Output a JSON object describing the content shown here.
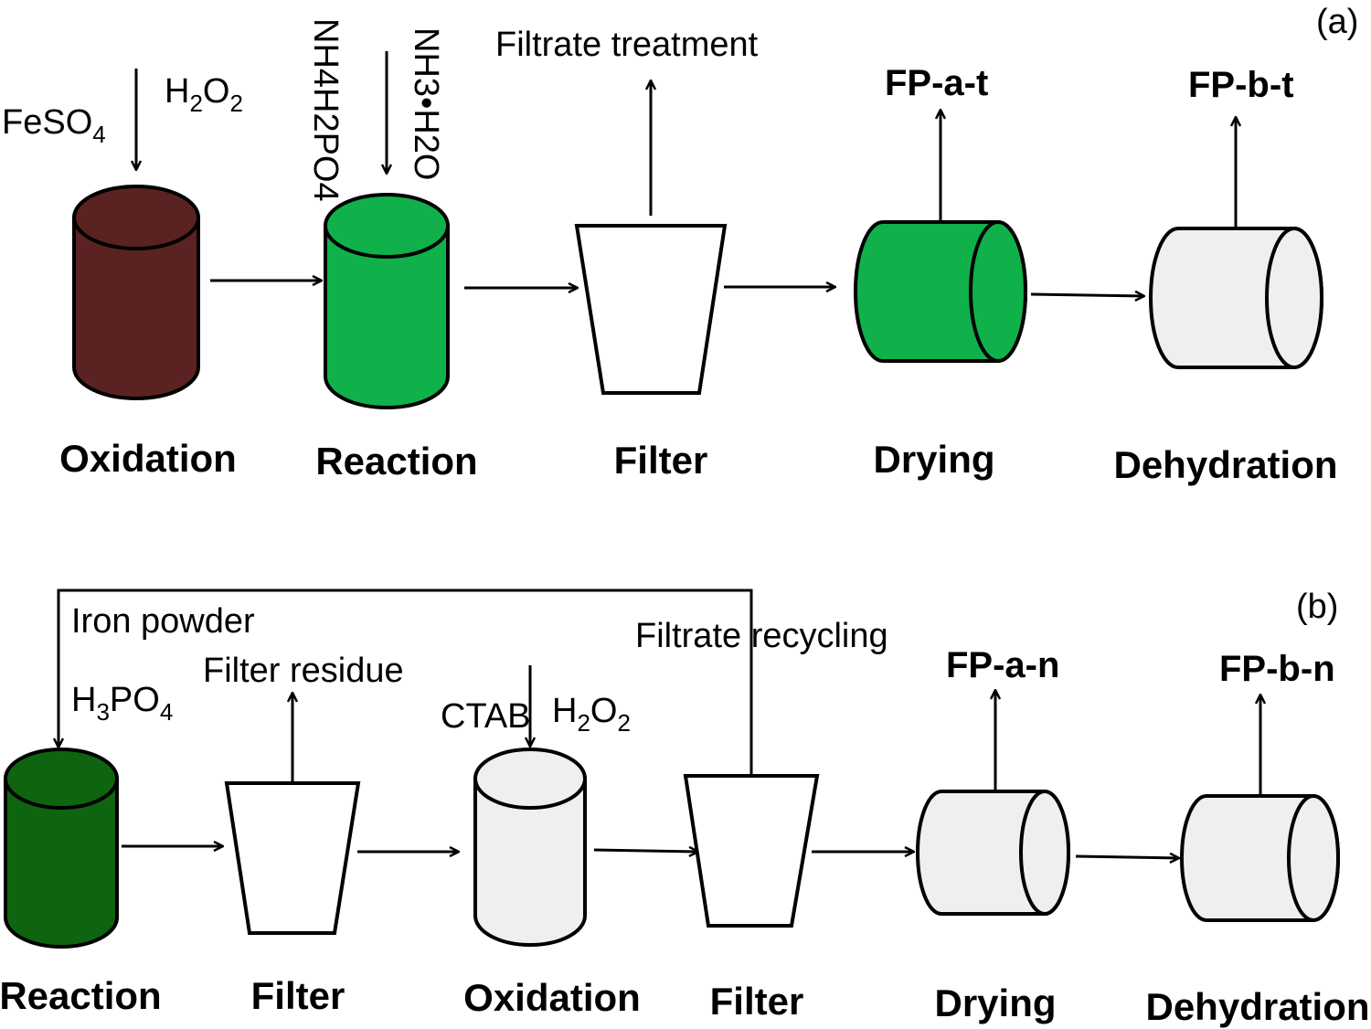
{
  "colors": {
    "oxidation_a": "#5b2222",
    "green": "#10b04a",
    "dark_green": "#0f640f",
    "light_gray": "#efefef",
    "white": "#ffffff"
  },
  "panel_a": {
    "label": "(a)",
    "inputs": {
      "feso4": "FeSO",
      "feso4_sub": "4",
      "h2o2_h": "H",
      "h2o2_sub1": "2",
      "h2o2_o": "O",
      "h2o2_sub2": "2",
      "nh4h2po4": "NH4H2PO4",
      "nh3h2o": "NH3•H2O",
      "filtrate_treatment": "Filtrate treatment"
    },
    "products": {
      "fp_a_t": "FP-a-t",
      "fp_b_t": "FP-b-t"
    },
    "steps": [
      "Oxidation",
      "Reaction",
      "Filter",
      "Drying",
      "Dehydration"
    ]
  },
  "panel_b": {
    "label": "(b)",
    "inputs": {
      "iron_powder": "Iron powder",
      "h3po4_h": "H",
      "h3po4_sub1": "3",
      "h3po4_po": "PO",
      "h3po4_sub2": "4",
      "filter_residue": "Filter residue",
      "ctab": "CTAB",
      "h2o2_h": "H",
      "h2o2_sub1": "2",
      "h2o2_o": "O",
      "h2o2_sub2": "2",
      "filtrate_recycling": "Filtrate recycling"
    },
    "products": {
      "fp_a_n": "FP-a-n",
      "fp_b_n": "FP-b-n"
    },
    "steps": [
      "Reaction",
      "Filter",
      "Oxidation",
      "Filter",
      "Drying",
      "Dehydration"
    ]
  }
}
